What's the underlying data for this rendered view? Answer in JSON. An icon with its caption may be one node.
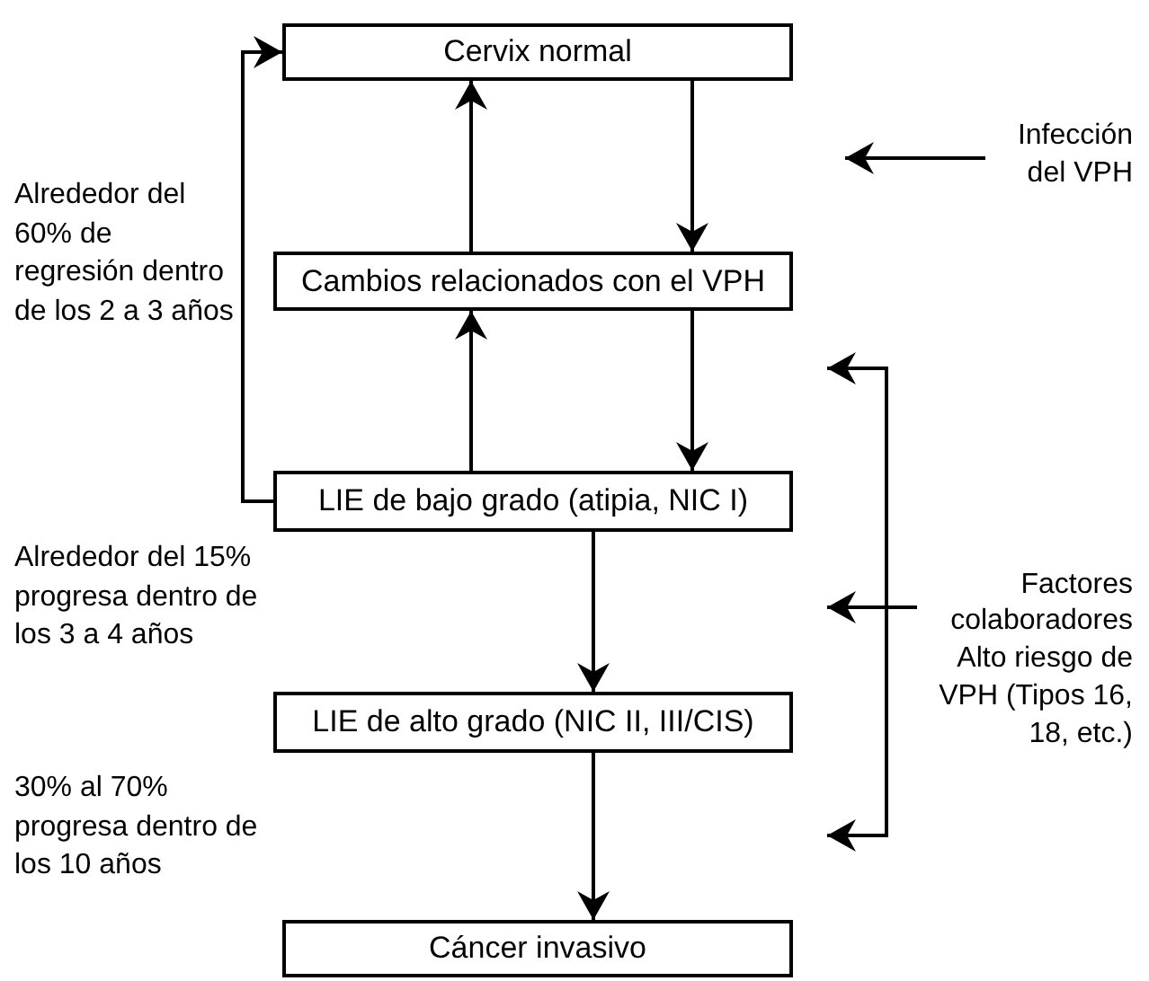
{
  "diagram": {
    "nodes": [
      {
        "text": [
          "Cervix normal"
        ]
      },
      {
        "text": [
          "Cambios relacionados con el VPH"
        ]
      },
      {
        "text": [
          "LIE de bajo grado (atipia, NIC I)"
        ]
      },
      {
        "text": [
          "LIE de alto grado (NIC II, III/CIS)"
        ]
      },
      {
        "text": [
          "Cáncer invasivo"
        ]
      },
      {
        "text": [
          "Infección del VPH"
        ]
      },
      {
        "text": [
          "Factores colaboradores Alto riesgo de VPH (Tipos 16, 18, etc.)"
        ]
      }
    ],
    "edges": [
      {
        "from": 0,
        "to": 1,
        "arrow": "to"
      },
      {
        "from": 1,
        "to": 0,
        "arrow": "to"
      },
      {
        "from": 1,
        "to": 2,
        "arrow": "to"
      },
      {
        "from": 2,
        "to": 1,
        "arrow": "to"
      },
      {
        "from": 2,
        "to": 3,
        "arrow": "to"
      },
      {
        "from": 3,
        "to": 4,
        "arrow": "to"
      },
      {
        "from": 2,
        "to": 0,
        "arrow": "to"
      },
      {
        "from": 5,
        "to": null,
        "arrow": "to"
      },
      {
        "from": 6,
        "to": null,
        "arrow": "to"
      },
      {
        "from": 6,
        "to": null,
        "arrow": "to"
      },
      {
        "from": 6,
        "to": null,
        "arrow": "to"
      }
    ],
    "labels": [
      "Alrededor del 60% de regresión dentro de los 2 a 3 años",
      "Alrededor del 15% progresa dentro de los 3 a 4 años",
      "30% al 70% progresa dentro de los 10 años"
    ]
  }
}
